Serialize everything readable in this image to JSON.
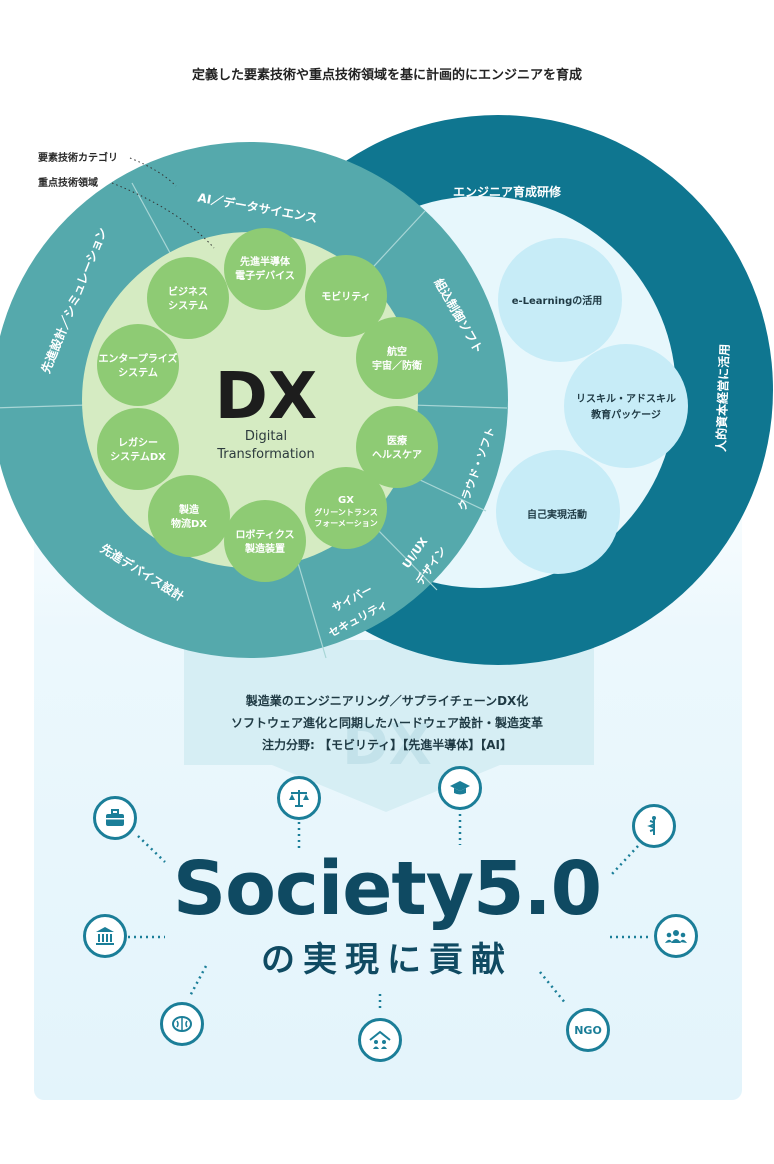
{
  "header": {
    "title": "定義した要素技術や重点技術領域を基に計画的にエンジニアを育成"
  },
  "annotations": {
    "category": "要素技術カテゴリ",
    "focus": "重点技術領域"
  },
  "dx_center": {
    "big": "DX",
    "line1": "Digital",
    "line2": "Transformation"
  },
  "categories": [
    "AI／データサイエンス",
    "組込制御ソフト",
    "クラウド・ソフト",
    "UI/UX デザイン",
    "サイバー セキュリティ",
    "先進デバイス設計",
    "先進設計／シミュレーション"
  ],
  "focus_areas": [
    "先進半導体 電子デバイス",
    "モビリティ",
    "航空 宇宙／防衛",
    "医療 ヘルスケア",
    "GX グリーントランス フォーメーション",
    "ロボティクス 製造装置",
    "製造 物流DX",
    "レガシー システムDX",
    "エンタープライズ システム",
    "ビジネス システム"
  ],
  "training": {
    "title": "エンジニア育成研修",
    "side": "人的資本経営に活用",
    "items": [
      "e-Learningの活用",
      "リスキル・アドスキル 教育パッケージ",
      "自己実現活動"
    ]
  },
  "dx_box": {
    "watermark": "DX",
    "lines": [
      "製造業のエンジニアリング／サプライチェーンDX化",
      "ソフトウェア進化と同期したハードウェア設計・製造変革",
      "注力分野: 【モビリティ】【先進半導体】【AI】"
    ]
  },
  "society": {
    "title": "Society5.0",
    "subtitle": "の実現に貢献"
  },
  "icons": {
    "briefcase": "briefcase-icon",
    "scales": "scales-icon",
    "graduation": "graduation-cap-icon",
    "medical": "caduceus-icon",
    "government": "government-building-icon",
    "community": "people-group-icon",
    "brain": "brain-icon",
    "home_family": "home-family-icon",
    "ngo_label": "NGO"
  },
  "colors": {
    "outer_ring": "#55a9ac",
    "inner_disc": "#d5ebc2",
    "focus_circle": "#8ecb74",
    "training_ring": "#0f7690",
    "training_inner": "#e7f7fc",
    "training_bubble": "#c7ecf7",
    "icon_stroke": "#1b7e98",
    "society_text": "#0f4a62"
  }
}
